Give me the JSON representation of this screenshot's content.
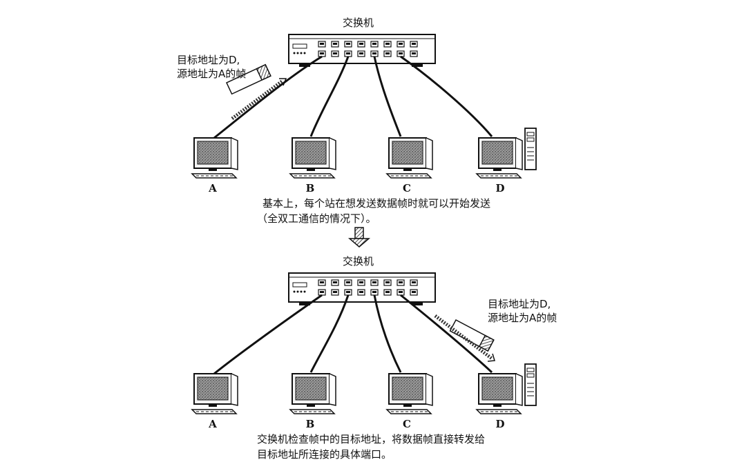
{
  "top": {
    "switch_label": "交换机",
    "frame_label_line1": "目标地址为D,",
    "frame_label_line2": "源地址为A的帧",
    "pcs": [
      "A",
      "B",
      "C",
      "D"
    ],
    "caption_line1": "基本上，每个站在想发送数据帧时就可以开始发送",
    "caption_line2": "（全双工通信的情况下）。"
  },
  "bottom": {
    "switch_label": "交换机",
    "frame_label_line1": "目标地址为D,",
    "frame_label_line2": "源地址为A的帧",
    "pcs": [
      "A",
      "B",
      "C",
      "D"
    ],
    "caption_line1": "交换机检查帧中的目标地址，将数据帧直接转发给",
    "caption_line2": "目标地址所连接的具体端口。"
  },
  "colors": {
    "ink": "#111111",
    "screen": "#8c8c8c",
    "body": "#f4f4f4"
  }
}
